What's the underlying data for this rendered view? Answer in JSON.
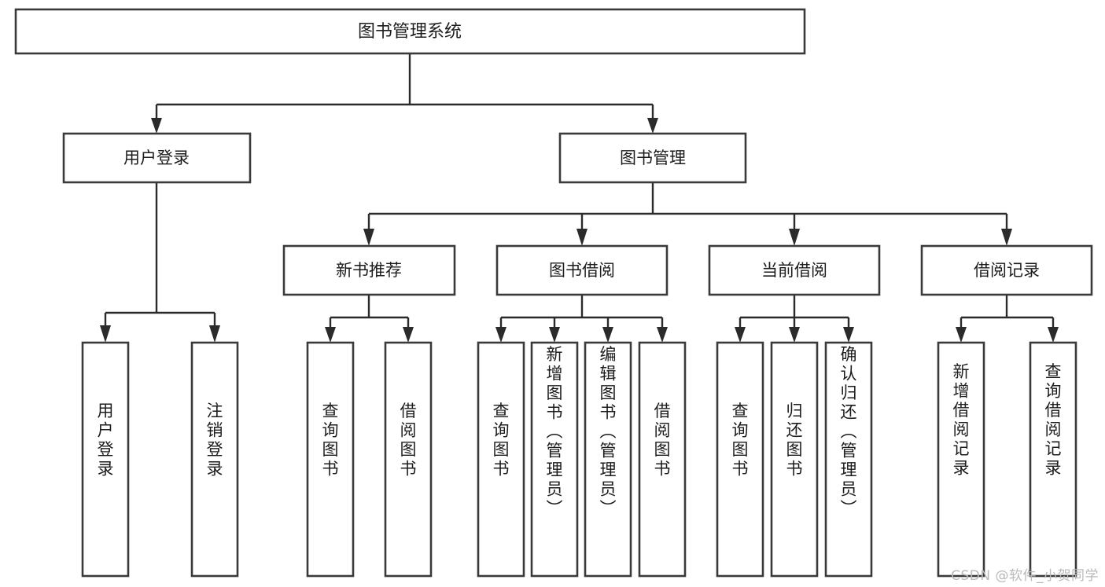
{
  "diagram": {
    "type": "tree",
    "orientation": "top-down",
    "title": "图书管理系统",
    "watermark": "CSDN @软件_小贺同学",
    "colors": {
      "box_stroke": "#3a3a3a",
      "box_fill": "#ffffff",
      "edge": "#2b2b2b",
      "text": "#1c1c1c",
      "background": "#ffffff",
      "watermark": "#b9b9b9"
    },
    "root": {
      "label": "图书管理系统"
    },
    "level2": [
      {
        "label": "用户登录"
      },
      {
        "label": "图书管理"
      }
    ],
    "level3": [
      {
        "label": "新书推荐"
      },
      {
        "label": "图书借阅"
      },
      {
        "label": "当前借阅"
      },
      {
        "label": "借阅记录"
      }
    ],
    "leaves": {
      "user_login": [
        {
          "label": "用户登录"
        },
        {
          "label": "注销登录"
        }
      ],
      "new_book_recommend": [
        {
          "label": "查询图书"
        },
        {
          "label": "借阅图书"
        }
      ],
      "book_borrow": [
        {
          "label": "查询图书"
        },
        {
          "label": "新增图书（管理员）"
        },
        {
          "label": "编辑图书（管理员）"
        },
        {
          "label": "借阅图书"
        }
      ],
      "current_borrow": [
        {
          "label": "查询图书"
        },
        {
          "label": "归还图书"
        },
        {
          "label": "确认归还（管理员）"
        }
      ],
      "borrow_record": [
        {
          "label": "新增借阅记录"
        },
        {
          "label": "查询借阅记录"
        }
      ]
    }
  }
}
